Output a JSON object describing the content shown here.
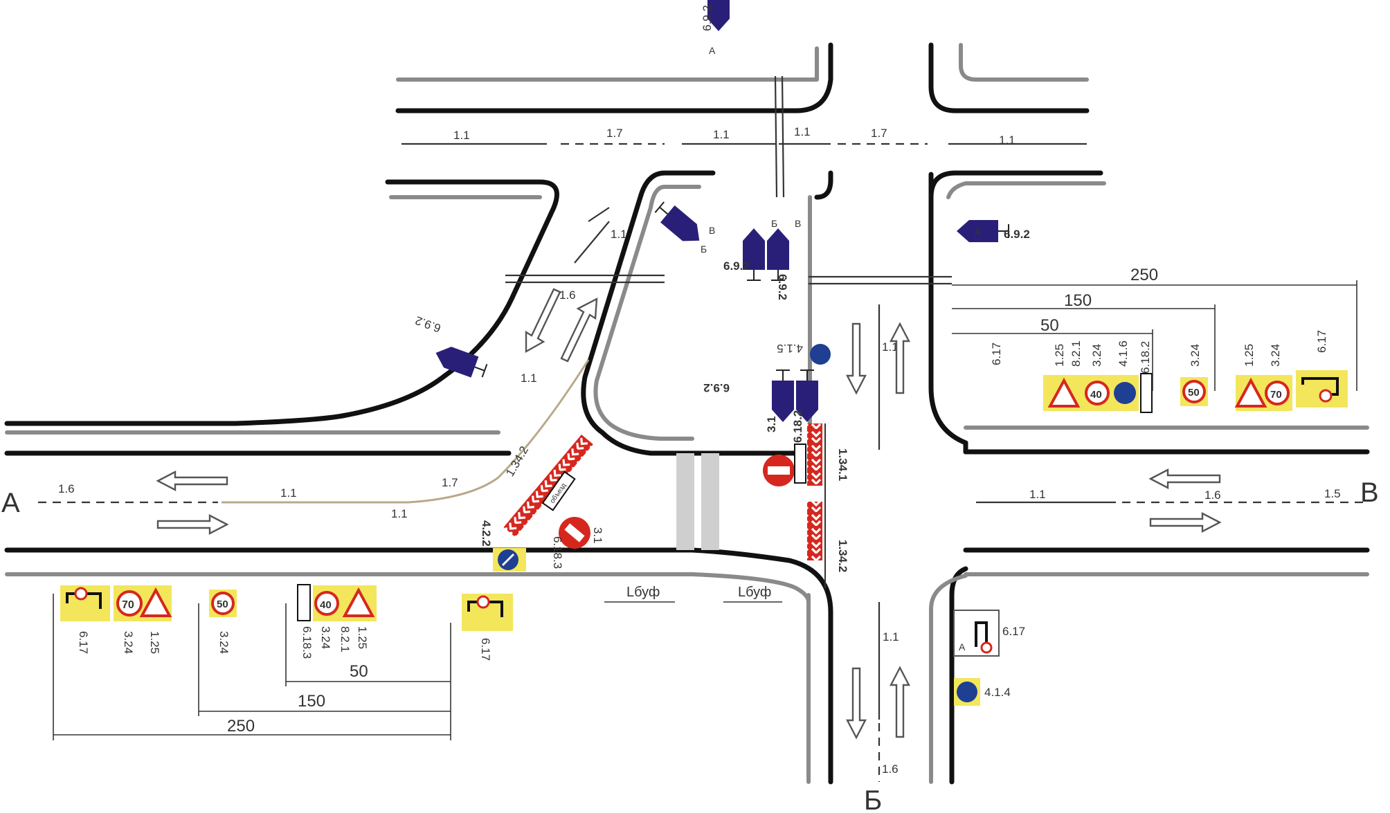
{
  "points": {
    "a": "А",
    "b": "Б",
    "v": "В"
  },
  "marking_labels": {
    "m1_1": "1.1",
    "m1_5": "1.5",
    "m1_6": "1.6",
    "m1_7": "1.7"
  },
  "sign_codes": {
    "s6_9_2": "6.9.2",
    "s6_17": "6.17",
    "s6_18_2": "6.18.2",
    "s6_18_3": "6.18.3",
    "s3_1": "3.1",
    "s3_24": "3.24",
    "s1_25": "1.25",
    "s8_2_1": "8.2.1",
    "s4_1_4": "4.1.4",
    "s4_1_5": "4.1.5",
    "s4_1_6": "4.1.6",
    "s4_2_2": "4.2.2",
    "s1_34_1": "1.34.1",
    "s1_34_2": "1.34.2"
  },
  "sign_values": {
    "v70": "70",
    "v50": "50",
    "v40": "40"
  },
  "direction_letters": {
    "a": "А",
    "b": "Б",
    "v": "В"
  },
  "detour_text": "объезд",
  "buffer_label": "Lбуф",
  "dimensions": {
    "d250": "250",
    "d150": "150",
    "d50": "50"
  },
  "colors": {
    "road_edge": "#111111",
    "curb": "#8a8a8a",
    "direction_sign": "#2a1f78",
    "warning_background": "#f3e65b",
    "prohibition_red": "#d6271f",
    "mandatory_blue": "#1f3f93"
  }
}
